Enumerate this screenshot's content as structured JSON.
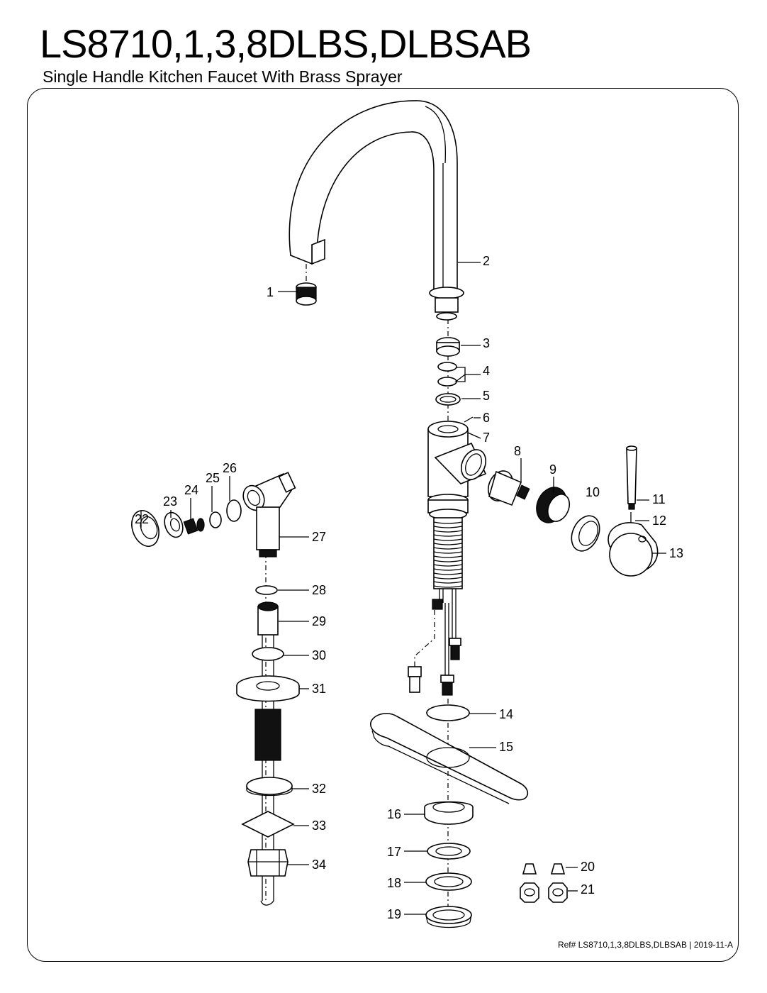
{
  "header": {
    "title": "LS8710,1,3,8DLBS,DLBSAB",
    "subtitle": "Single Handle Kitchen Faucet With Brass Sprayer"
  },
  "footer": {
    "reference": "Ref# LS8710,1,3,8DLBS,DLBSAB | 2019-11-A"
  },
  "callouts": [
    "1",
    "2",
    "3",
    "4",
    "5",
    "6",
    "7",
    "8",
    "9",
    "10",
    "11",
    "12",
    "13",
    "14",
    "15",
    "16",
    "17",
    "18",
    "19",
    "20",
    "21",
    "22",
    "23",
    "24",
    "25",
    "26",
    "27",
    "28",
    "29",
    "30",
    "31",
    "32",
    "33",
    "34"
  ]
}
